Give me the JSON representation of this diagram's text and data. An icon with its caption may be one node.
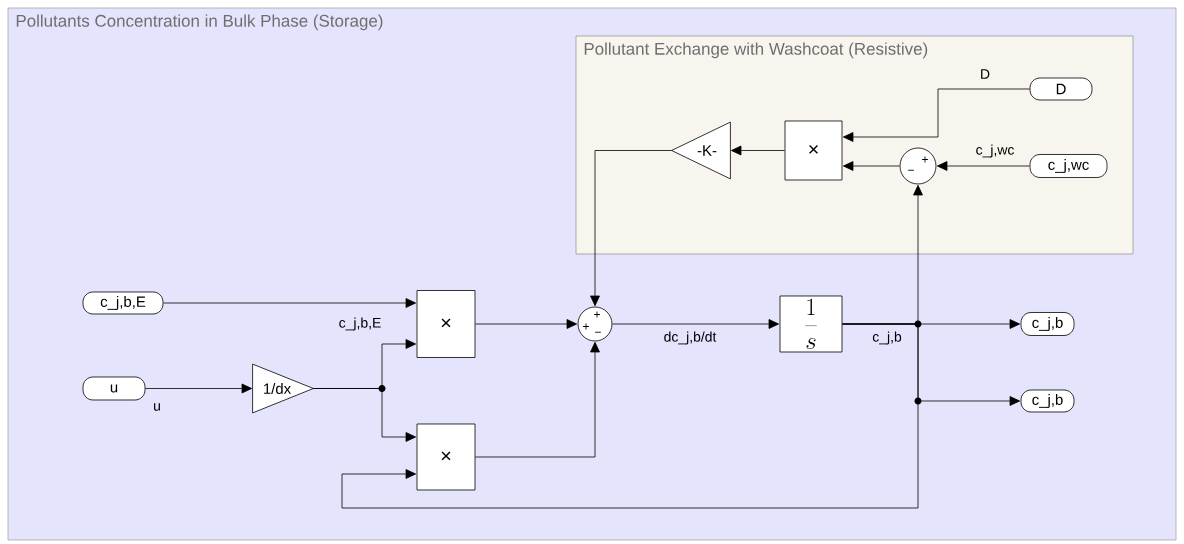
{
  "diagram": {
    "nodes": [
      {
        "text": [
          "Pollutants Concentration in Bulk Phase (Storage)"
        ]
      },
      {
        "text": [
          "Pollutant Exchange with Washcoat (Resistive)"
        ],
        "in": 0
      },
      {
        "text": [
          "D"
        ],
        "in": 1
      },
      {
        "text": [
          "c_j,wc"
        ],
        "in": 1
      },
      {
        "text": [
          "+",
          "−"
        ],
        "in": 1
      },
      {
        "text": [
          "×"
        ],
        "in": 1
      },
      {
        "text": [
          "-K-"
        ],
        "in": 1
      },
      {
        "text": [
          "c_j,b,E"
        ],
        "in": 0
      },
      {
        "text": [
          "u"
        ],
        "in": 0
      },
      {
        "text": [
          "1/dx"
        ],
        "in": 0
      },
      {
        "text": [
          "×"
        ],
        "in": 0
      },
      {
        "text": [
          "×"
        ],
        "in": 0
      },
      {
        "text": [
          "+",
          "+",
          "−"
        ],
        "in": 0
      },
      {
        "text": [
          "\\frac{1}{s}"
        ],
        "in": 0
      },
      {
        "text": [
          "c_j,b"
        ],
        "in": 0
      },
      {
        "text": [
          "c_j,b"
        ],
        "in": 0
      }
    ],
    "edges": [
      {
        "from": 2,
        "to": 5,
        "arrow": "to",
        "label": "D"
      },
      {
        "from": 3,
        "to": 4,
        "arrow": "to",
        "label": "c_j,wc"
      },
      {
        "from": 4,
        "to": 5,
        "arrow": "to"
      },
      {
        "from": 5,
        "to": 6,
        "arrow": "to"
      },
      {
        "from": 6,
        "to": 12,
        "arrow": "to"
      },
      {
        "from": 7,
        "to": 10,
        "arrow": "to",
        "label": "c_j,b,E"
      },
      {
        "from": 8,
        "to": 9,
        "arrow": "to",
        "label": "u"
      },
      {
        "from": 9,
        "to": 10,
        "arrow": "to"
      },
      {
        "from": 9,
        "to": 11,
        "arrow": "to"
      },
      {
        "from": 10,
        "to": 12,
        "arrow": "to"
      },
      {
        "from": 11,
        "to": 12,
        "arrow": "to"
      },
      {
        "from": 12,
        "to": 13,
        "arrow": "to",
        "label": "dc_j,b/dt"
      },
      {
        "from": 13,
        "to": 14,
        "arrow": "to",
        "label": "c_j,b"
      },
      {
        "from": 13,
        "to": 15,
        "arrow": "to"
      },
      {
        "from": 13,
        "to": 4,
        "arrow": "to"
      },
      {
        "from": 13,
        "to": 11,
        "arrow": "to"
      }
    ]
  }
}
